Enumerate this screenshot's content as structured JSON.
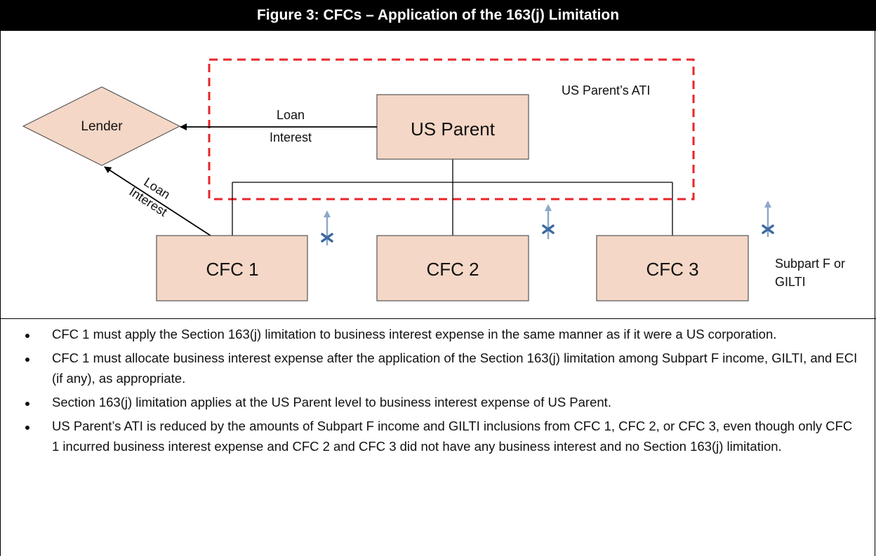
{
  "figure": {
    "title": "Figure 3: CFCs – Application of the 163(j) Limitation"
  },
  "diagram": {
    "lender": "Lender",
    "us_parent": "US Parent",
    "cfc1": "CFC 1",
    "cfc2": "CFC 2",
    "cfc3": "CFC 3",
    "ati_label": "US Parent’s ATI",
    "loan_label_top_1": "Loan",
    "loan_label_top_2": "Interest",
    "loan_label_diag_1": "Loan",
    "loan_label_diag_2": "Interest",
    "subpart_label_1": "Subpart F or",
    "subpart_label_2": "GILTI",
    "colors": {
      "box_fill": "#f4d7c6",
      "dashed_border": "#e8242a",
      "arrow_blue": "#8ea8c8",
      "cross_blue": "#3b6aa0"
    },
    "icons": [
      "inclusion-arrow-icon",
      "inclusion-arrow-icon",
      "inclusion-arrow-icon"
    ]
  },
  "bullets": [
    "CFC 1 must apply the Section 163(j) limitation to business interest expense in the same manner as if it were a US corporation.",
    "CFC 1 must allocate business interest expense after the application of the Section 163(j) limitation among Subpart F income, GILTI, and ECI (if any), as appropriate.",
    "Section 163(j) limitation applies at the US Parent level to business interest expense of US Parent.",
    "US Parent’s ATI is reduced by the amounts of Subpart F income and GILTI inclusions from CFC 1, CFC 2, or CFC 3, even though only CFC 1 incurred business interest expense and CFC 2 and CFC 3 did not have any business interest and no Section 163(j) limitation."
  ]
}
